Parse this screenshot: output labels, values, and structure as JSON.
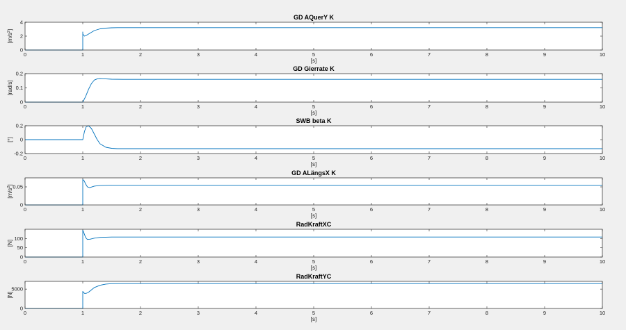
{
  "figure": {
    "background": "#f0f0f0",
    "axes_background": "#ffffff",
    "line_color": "#0072bd",
    "grid": false
  },
  "chart_data": [
    {
      "type": "line",
      "title": "GD AQuerY K",
      "xlabel": "[s]",
      "ylabel": {
        "base": "[m/s",
        "sup": "2",
        "end": "]"
      },
      "xlim": [
        0,
        10
      ],
      "ylim": [
        0,
        4
      ],
      "xticks": [
        "0",
        "1",
        "2",
        "3",
        "4",
        "5",
        "6",
        "7",
        "8",
        "9",
        "10"
      ],
      "yticks": [
        0,
        2,
        4
      ],
      "series": [
        {
          "x": [
            0,
            0.999,
            1.0,
            1.0,
            1.001,
            1.03,
            1.06,
            1.1,
            1.15,
            1.2,
            1.3,
            1.4,
            1.5,
            1.6,
            1.8,
            2.0,
            10
          ],
          "y": [
            0,
            0,
            0,
            2.6,
            2.3,
            2.0,
            2.1,
            2.3,
            2.55,
            2.8,
            3.05,
            3.15,
            3.2,
            3.22,
            3.22,
            3.22,
            3.22
          ]
        }
      ]
    },
    {
      "type": "line",
      "title": "GD Gierrate K",
      "xlabel": "[s]",
      "ylabel": {
        "base": "[rad/s]",
        "sup": "",
        "end": ""
      },
      "xlim": [
        0,
        10
      ],
      "ylim": [
        0,
        0.2
      ],
      "xticks": [
        "0",
        "1",
        "2",
        "3",
        "4",
        "5",
        "6",
        "7",
        "8",
        "9",
        "10"
      ],
      "yticks": [
        0,
        0.1,
        0.2
      ],
      "series": [
        {
          "x": [
            0,
            1.0,
            1.05,
            1.1,
            1.15,
            1.2,
            1.25,
            1.3,
            1.4,
            1.5,
            1.7,
            2.0,
            10
          ],
          "y": [
            0,
            0,
            0.04,
            0.09,
            0.13,
            0.155,
            0.163,
            0.165,
            0.163,
            0.161,
            0.16,
            0.16,
            0.16
          ]
        }
      ]
    },
    {
      "type": "line",
      "title": "SWB beta K",
      "xlabel": "[s]",
      "ylabel": {
        "base": "[°]",
        "sup": "",
        "end": ""
      },
      "xlim": [
        0,
        10
      ],
      "ylim": [
        -0.2,
        0.2
      ],
      "xticks": [
        "0",
        "1",
        "2",
        "3",
        "4",
        "5",
        "6",
        "7",
        "8",
        "9",
        "10"
      ],
      "yticks": [
        -0.2,
        0,
        0.2
      ],
      "series": [
        {
          "x": [
            0,
            1.0,
            1.03,
            1.06,
            1.1,
            1.15,
            1.2,
            1.25,
            1.3,
            1.4,
            1.5,
            1.6,
            1.8,
            2.0,
            10
          ],
          "y": [
            0,
            0,
            0.12,
            0.185,
            0.2,
            0.16,
            0.08,
            0.0,
            -0.06,
            -0.11,
            -0.125,
            -0.13,
            -0.13,
            -0.13,
            -0.13
          ]
        }
      ]
    },
    {
      "type": "line",
      "title": "GD ALängsX K",
      "xlabel": "[s]",
      "ylabel": {
        "base": "[m/s",
        "sup": "2",
        "end": "]"
      },
      "xlim": [
        0,
        10
      ],
      "ylim": [
        0,
        0.075
      ],
      "xticks": [
        "0",
        "1",
        "2",
        "3",
        "4",
        "5",
        "6",
        "7",
        "8",
        "9",
        "10"
      ],
      "yticks": [
        0,
        0.05
      ],
      "series": [
        {
          "x": [
            0,
            0.999,
            1.0,
            1.0,
            1.02,
            1.05,
            1.08,
            1.12,
            1.2,
            1.3,
            1.5,
            2.0,
            10
          ],
          "y": [
            0,
            0,
            0,
            0.07,
            0.068,
            0.058,
            0.05,
            0.048,
            0.052,
            0.054,
            0.055,
            0.055,
            0.055
          ]
        }
      ]
    },
    {
      "type": "line",
      "title": "RadKraftXC",
      "xlabel": "[s]",
      "ylabel": {
        "base": "[N]",
        "sup": "",
        "end": ""
      },
      "xlim": [
        0,
        10
      ],
      "ylim": [
        0,
        150
      ],
      "xticks": [
        "0",
        "1",
        "2",
        "3",
        "4",
        "5",
        "6",
        "7",
        "8",
        "9",
        "10"
      ],
      "yticks": [
        0,
        50,
        100
      ],
      "series": [
        {
          "x": [
            0,
            0.999,
            1.0,
            1.0,
            1.02,
            1.05,
            1.08,
            1.12,
            1.2,
            1.3,
            1.5,
            2.0,
            10
          ],
          "y": [
            0,
            0,
            0,
            145,
            130,
            105,
            95,
            96,
            102,
            106,
            108,
            108,
            108
          ]
        }
      ]
    },
    {
      "type": "line",
      "title": "RadKraftYC",
      "xlabel": "[s]",
      "ylabel": {
        "base": "[N]",
        "sup": "",
        "end": ""
      },
      "xlim": [
        0,
        10
      ],
      "ylim": [
        0,
        7000
      ],
      "xticks": [
        "0",
        "1",
        "2",
        "3",
        "4",
        "5",
        "6",
        "7",
        "8",
        "9",
        "10"
      ],
      "yticks": [
        0,
        5000
      ],
      "series": [
        {
          "x": [
            0,
            0.999,
            1.0,
            1.0,
            1.03,
            1.06,
            1.1,
            1.15,
            1.2,
            1.3,
            1.4,
            1.5,
            1.7,
            2.0,
            10
          ],
          "y": [
            0,
            0,
            0,
            4400,
            3900,
            3900,
            4200,
            4800,
            5400,
            6000,
            6300,
            6400,
            6420,
            6420,
            6420
          ]
        }
      ]
    }
  ]
}
